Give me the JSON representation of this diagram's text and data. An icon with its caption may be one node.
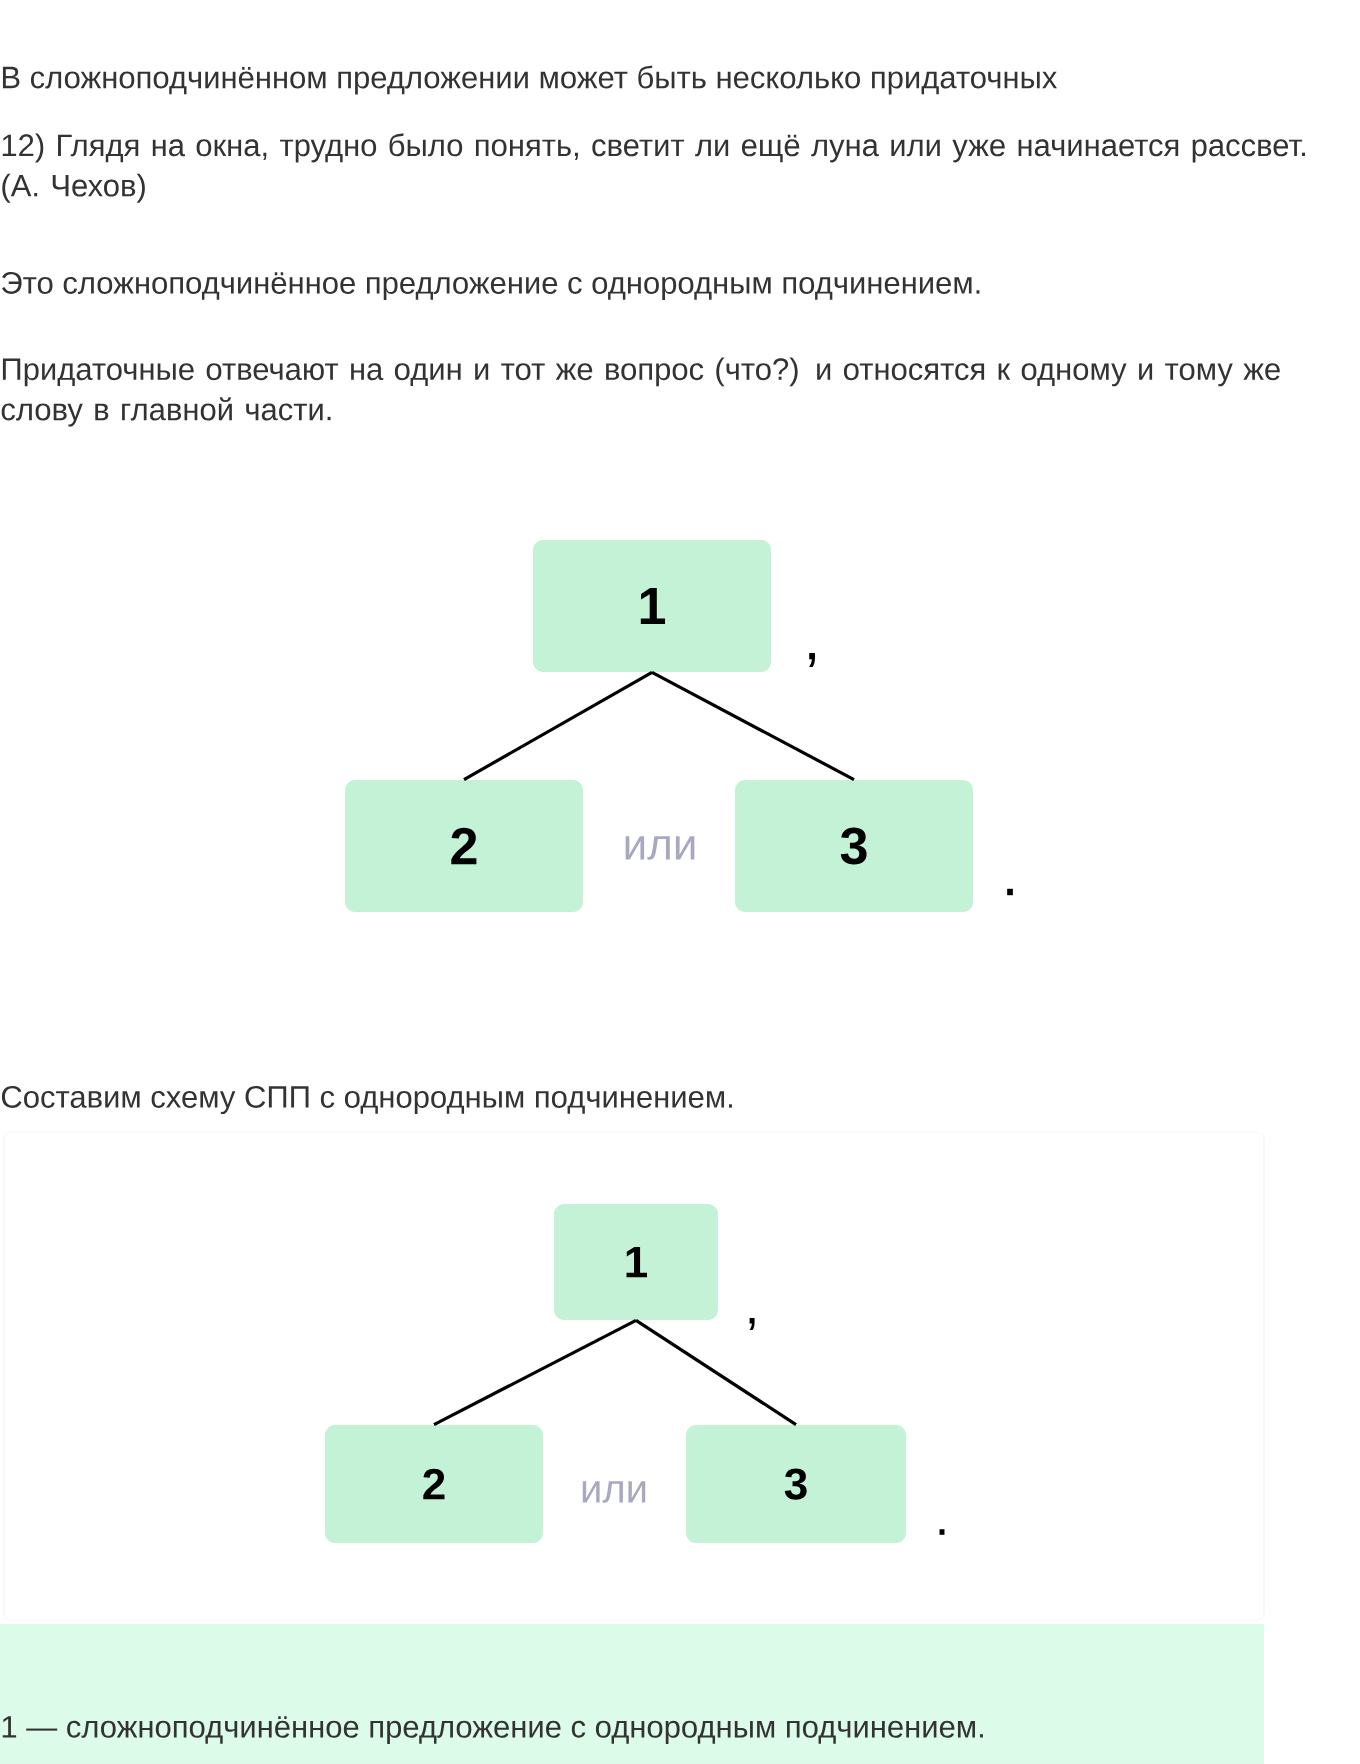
{
  "diagram": {
    "nodes": [
      {
        "text": [
          "1"
        ]
      },
      {
        "text": [
          "2"
        ]
      },
      {
        "text": [
          "3"
        ]
      },
      {
        "text": [
          "1"
        ]
      },
      {
        "text": [
          "2"
        ]
      },
      {
        "text": [
          "3"
        ]
      }
    ],
    "edges": [
      {
        "from": 0,
        "to": 1,
        "arrow": "none"
      },
      {
        "from": 0,
        "to": 2,
        "arrow": "none"
      },
      {
        "from": 3,
        "to": 4,
        "arrow": "none"
      },
      {
        "from": 3,
        "to": 5,
        "arrow": "none"
      }
    ],
    "labels": [
      "В сложноподчинённом предложении может быть несколько придаточных",
      "12) Глядя на окна, трудно было понять, светит ли ещё луна или уже начинается рассвет. (А. Чехов)",
      "Это сложноподчинённое предложение с однородным подчинением.",
      "Придаточные отвечают на один и тот же вопрос (что?) и относятся к одному и тому же слову в главной части.",
      ",",
      "или",
      ".",
      "Составим схему СПП с однородным подчинением.",
      ",",
      "или",
      ".",
      "1 — сложноподчинённое предложение с однородным подчинением."
    ]
  }
}
